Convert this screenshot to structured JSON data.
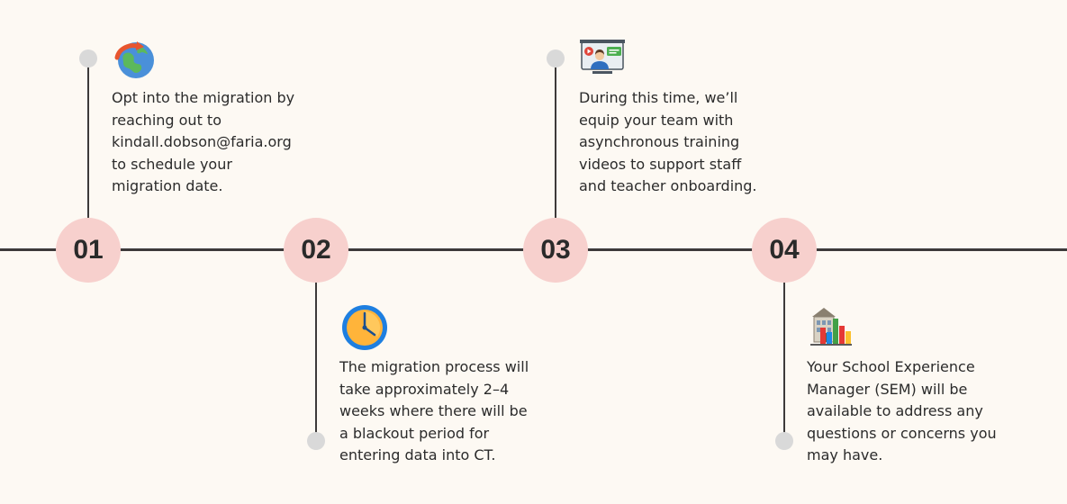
{
  "steps": [
    {
      "number": "01",
      "icon": "globe-arrow-icon",
      "text": "Opt into the migration by\nreaching out to\nkindall.dobson@faria.org\nto schedule your\nmigration date."
    },
    {
      "number": "02",
      "icon": "clock-icon",
      "text": "The migration process will\ntake approximately 2–4\nweeks where there will be\na blackout period for\nentering data into CT."
    },
    {
      "number": "03",
      "icon": "video-training-icon",
      "text": "During this time, we’ll\nequip your team with\nasynchronous training\nvideos to support staff\nand teacher onboarding."
    },
    {
      "number": "04",
      "icon": "school-chart-icon",
      "text": "Your School Experience\nManager (SEM) will be\navailable to address any\nquestions or concerns you\nmay have."
    }
  ],
  "colors": {
    "background": "#fdf9f3",
    "line": "#3d3a3a",
    "step_circle": "#f7d0cd",
    "dot": "#d9d9d9"
  }
}
